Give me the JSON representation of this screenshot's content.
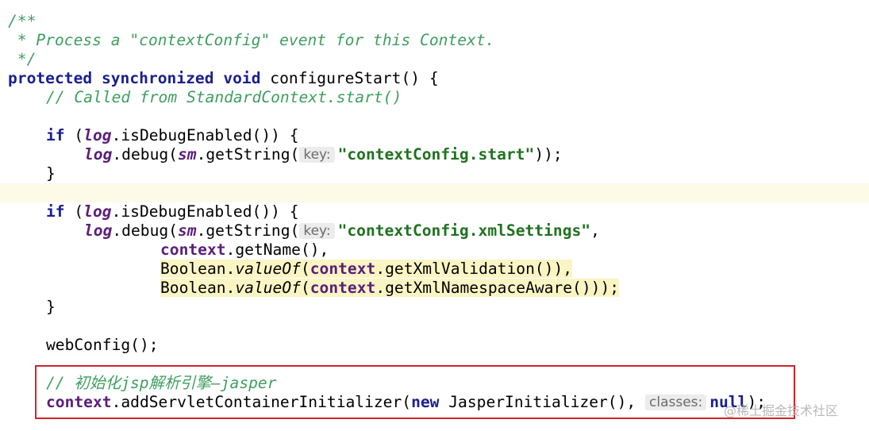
{
  "code": {
    "l1": "/**",
    "l2": " * Process a \"contextConfig\" event for this Context.",
    "l3": " */",
    "l4_kw1": "protected",
    "l4_kw2": "synchronized",
    "l4_kw3": "void",
    "l4_rest": " configureStart() {",
    "l5": "// Called from StandardContext.start()",
    "l7_kw": "if",
    "l7_open": " (",
    "l7_log": "log",
    "l7_rest": ".isDebugEnabled()) {",
    "l8_log": "log",
    "l8_mid": ".debug(",
    "l8_sm": "sm",
    "l8_call": ".getString(",
    "l8_hint": "key:",
    "l8_str": "\"contextConfig.start\"",
    "l8_end": "));",
    "l9": "}",
    "l11_kw": "if",
    "l11_open": " (",
    "l11_log": "log",
    "l11_rest": ".isDebugEnabled()) {",
    "l12_log": "log",
    "l12_mid": ".debug(",
    "l12_sm": "sm",
    "l12_call": ".getString(",
    "l12_hint": "key:",
    "l12_str": "\"contextConfig.xmlSettings\"",
    "l12_end": ",",
    "l13_ctx": "context",
    "l13_rest": ".getName(),",
    "l14_bool": "Boolean.",
    "l14_valueof": "valueOf",
    "l14_open": "(",
    "l14_ctx": "context",
    "l14_rest": ".getXmlValidation()),",
    "l15_bool": "Boolean.",
    "l15_valueof": "valueOf",
    "l15_open": "(",
    "l15_ctx": "context",
    "l15_rest": ".getXmlNamespaceAware()));",
    "l16": "}",
    "l18": "webConfig();",
    "l20": "// 初始化jsp解析引擎—jasper",
    "l21_ctx": "context",
    "l21_mid": ".addServletContainerInitializer(",
    "l21_new": "new",
    "l21_rest": " JasperInitializer(), ",
    "l21_hint": "classes:",
    "l21_null": "null",
    "l21_end": ");"
  },
  "watermark": "@稀土掘金技术社区"
}
